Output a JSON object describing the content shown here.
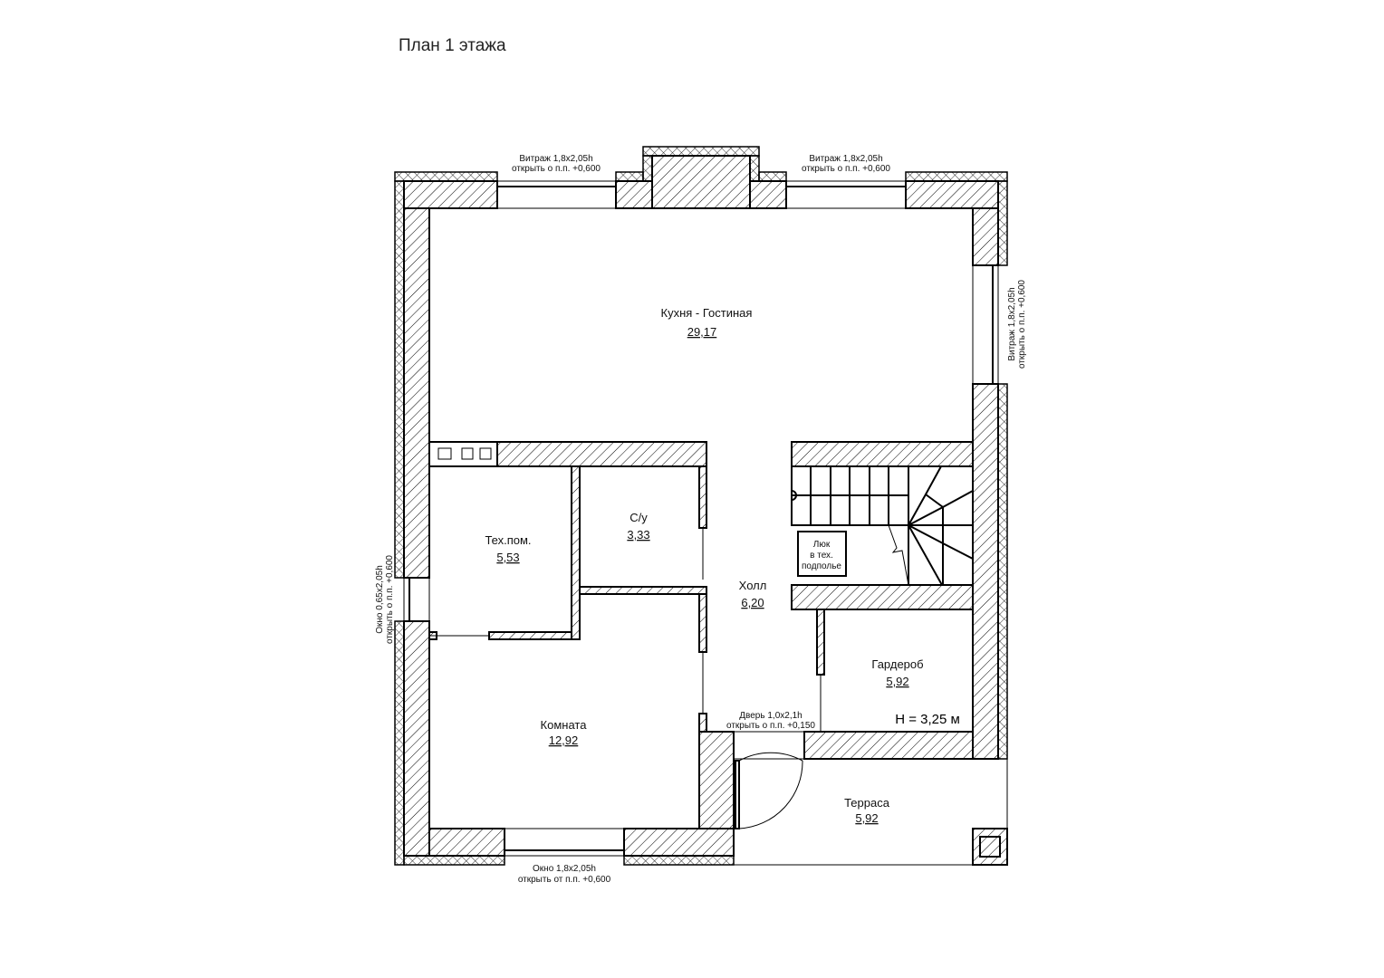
{
  "title": "План 1 этажа",
  "rooms": [
    {
      "name": "Кухня - Гостиная",
      "area": "29,17"
    },
    {
      "name": "Тех.пом.",
      "area": "5,53"
    },
    {
      "name": "С/у",
      "area": "3,33"
    },
    {
      "name": "Холл",
      "area": "6,20"
    },
    {
      "name": "Гардероб",
      "area": "5,92"
    },
    {
      "name": "Комната",
      "area": "12,92"
    },
    {
      "name": "Терраса",
      "area": "5,92"
    }
  ],
  "hatch_label": [
    "Люк",
    "в тех.",
    "подполье"
  ],
  "height_label": "H = 3,25 м",
  "openings": {
    "top_left": [
      "Витраж 1,8х2,05h",
      "открыть о п.п. +0,600"
    ],
    "top_right": [
      "Витраж 1,8х2,05h",
      "открыть о п.п. +0,600"
    ],
    "right": [
      "Витраж 1,8х2,05h",
      "открыть о п.п. +0,600"
    ],
    "left": [
      "Окно 0,65х2,05h",
      "открыть о п.п. +0,600"
    ],
    "bottom": [
      "Окно 1,8х2,05h",
      "открыть от п.п. +0,600"
    ],
    "door": [
      "Дверь 1,0х2,1h",
      "открыть о п.п. +0,150"
    ]
  }
}
